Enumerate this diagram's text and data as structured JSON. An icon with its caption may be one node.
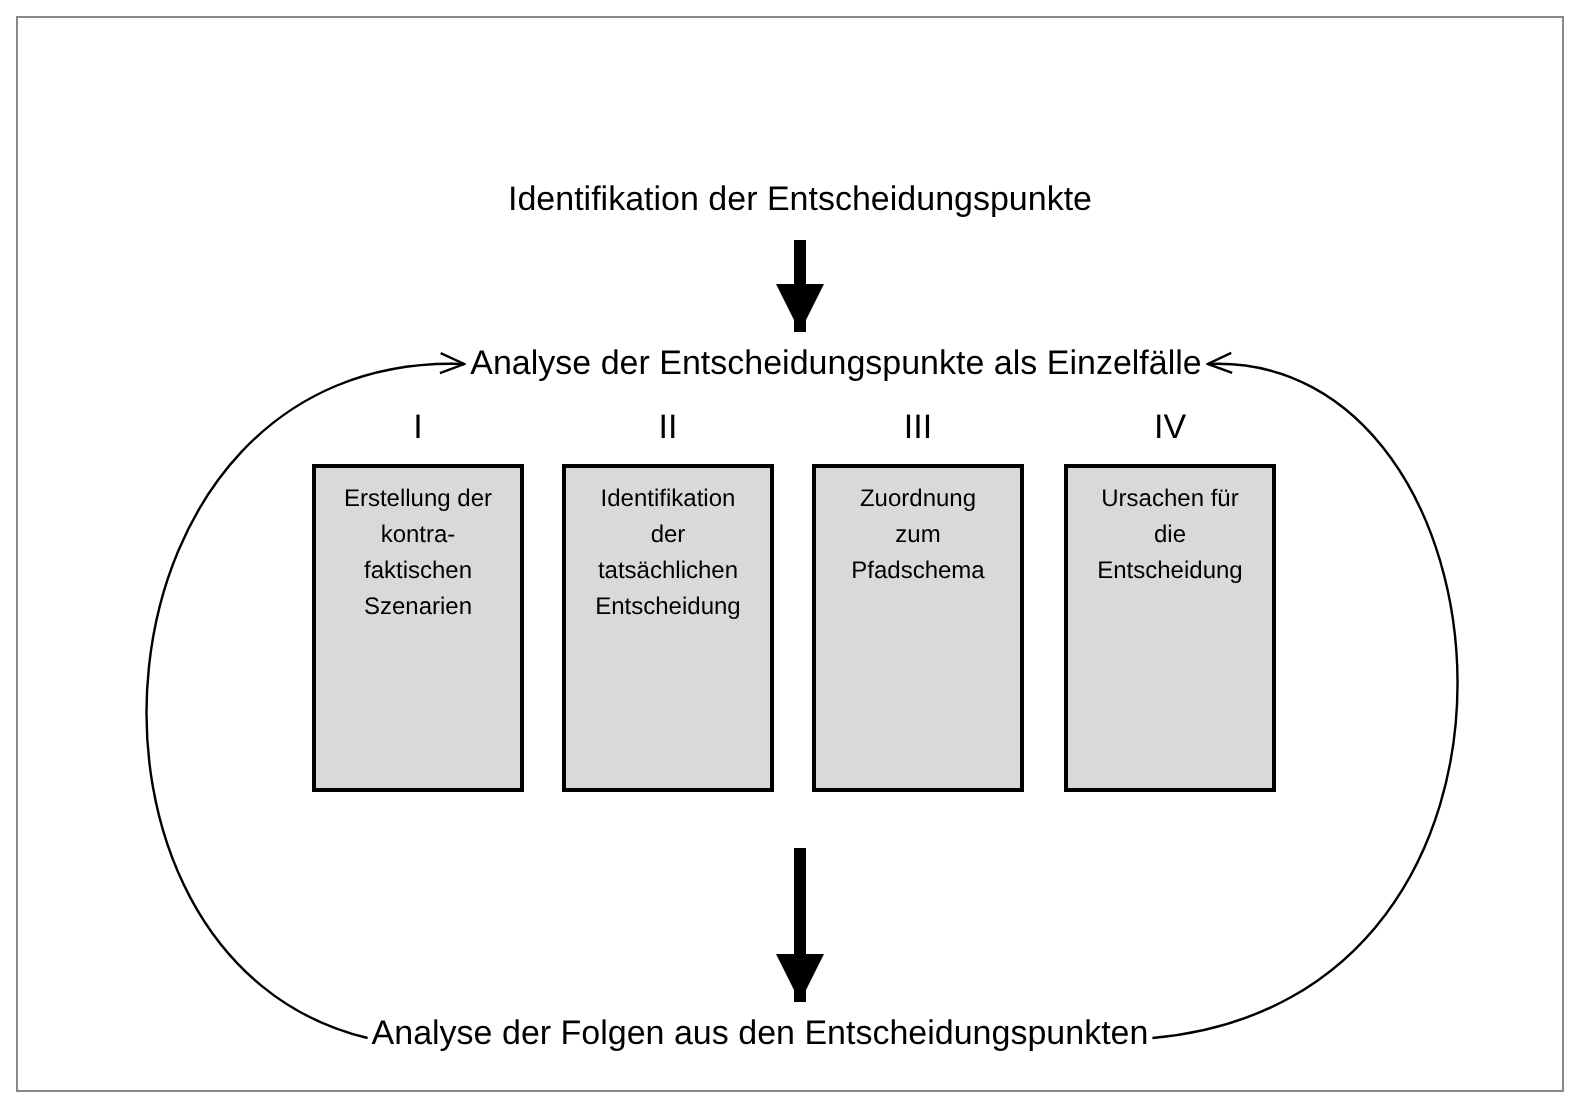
{
  "diagram": {
    "nodes": [
      {
        "text": [
          "Identifikation der Entscheidungspunkte"
        ]
      },
      {
        "text": [
          "Analyse der Entscheidungspunkte als Einzelfälle"
        ]
      },
      {
        "text": [
          "I",
          "Erstellung der kontra- faktischen Szenarien"
        ]
      },
      {
        "text": [
          "II",
          "Identifikation der tatsächlichen Entscheidung"
        ]
      },
      {
        "text": [
          "III",
          "Zuordnung zum Pfadschema"
        ]
      },
      {
        "text": [
          "IV",
          "Ursachen für die Entscheidung"
        ]
      },
      {
        "text": [
          "Analyse der Folgen aus den Entscheidungspunkten"
        ]
      }
    ],
    "edges": [
      {
        "from": 0,
        "to": 1,
        "arrow": "to",
        "style": "thick"
      },
      {
        "from": null,
        "to": 6,
        "arrow": "to",
        "style": "thick"
      },
      {
        "from": 6,
        "to": 1,
        "arrow": "to"
      },
      {
        "from": 6,
        "to": 1,
        "arrow": "to"
      }
    ]
  }
}
